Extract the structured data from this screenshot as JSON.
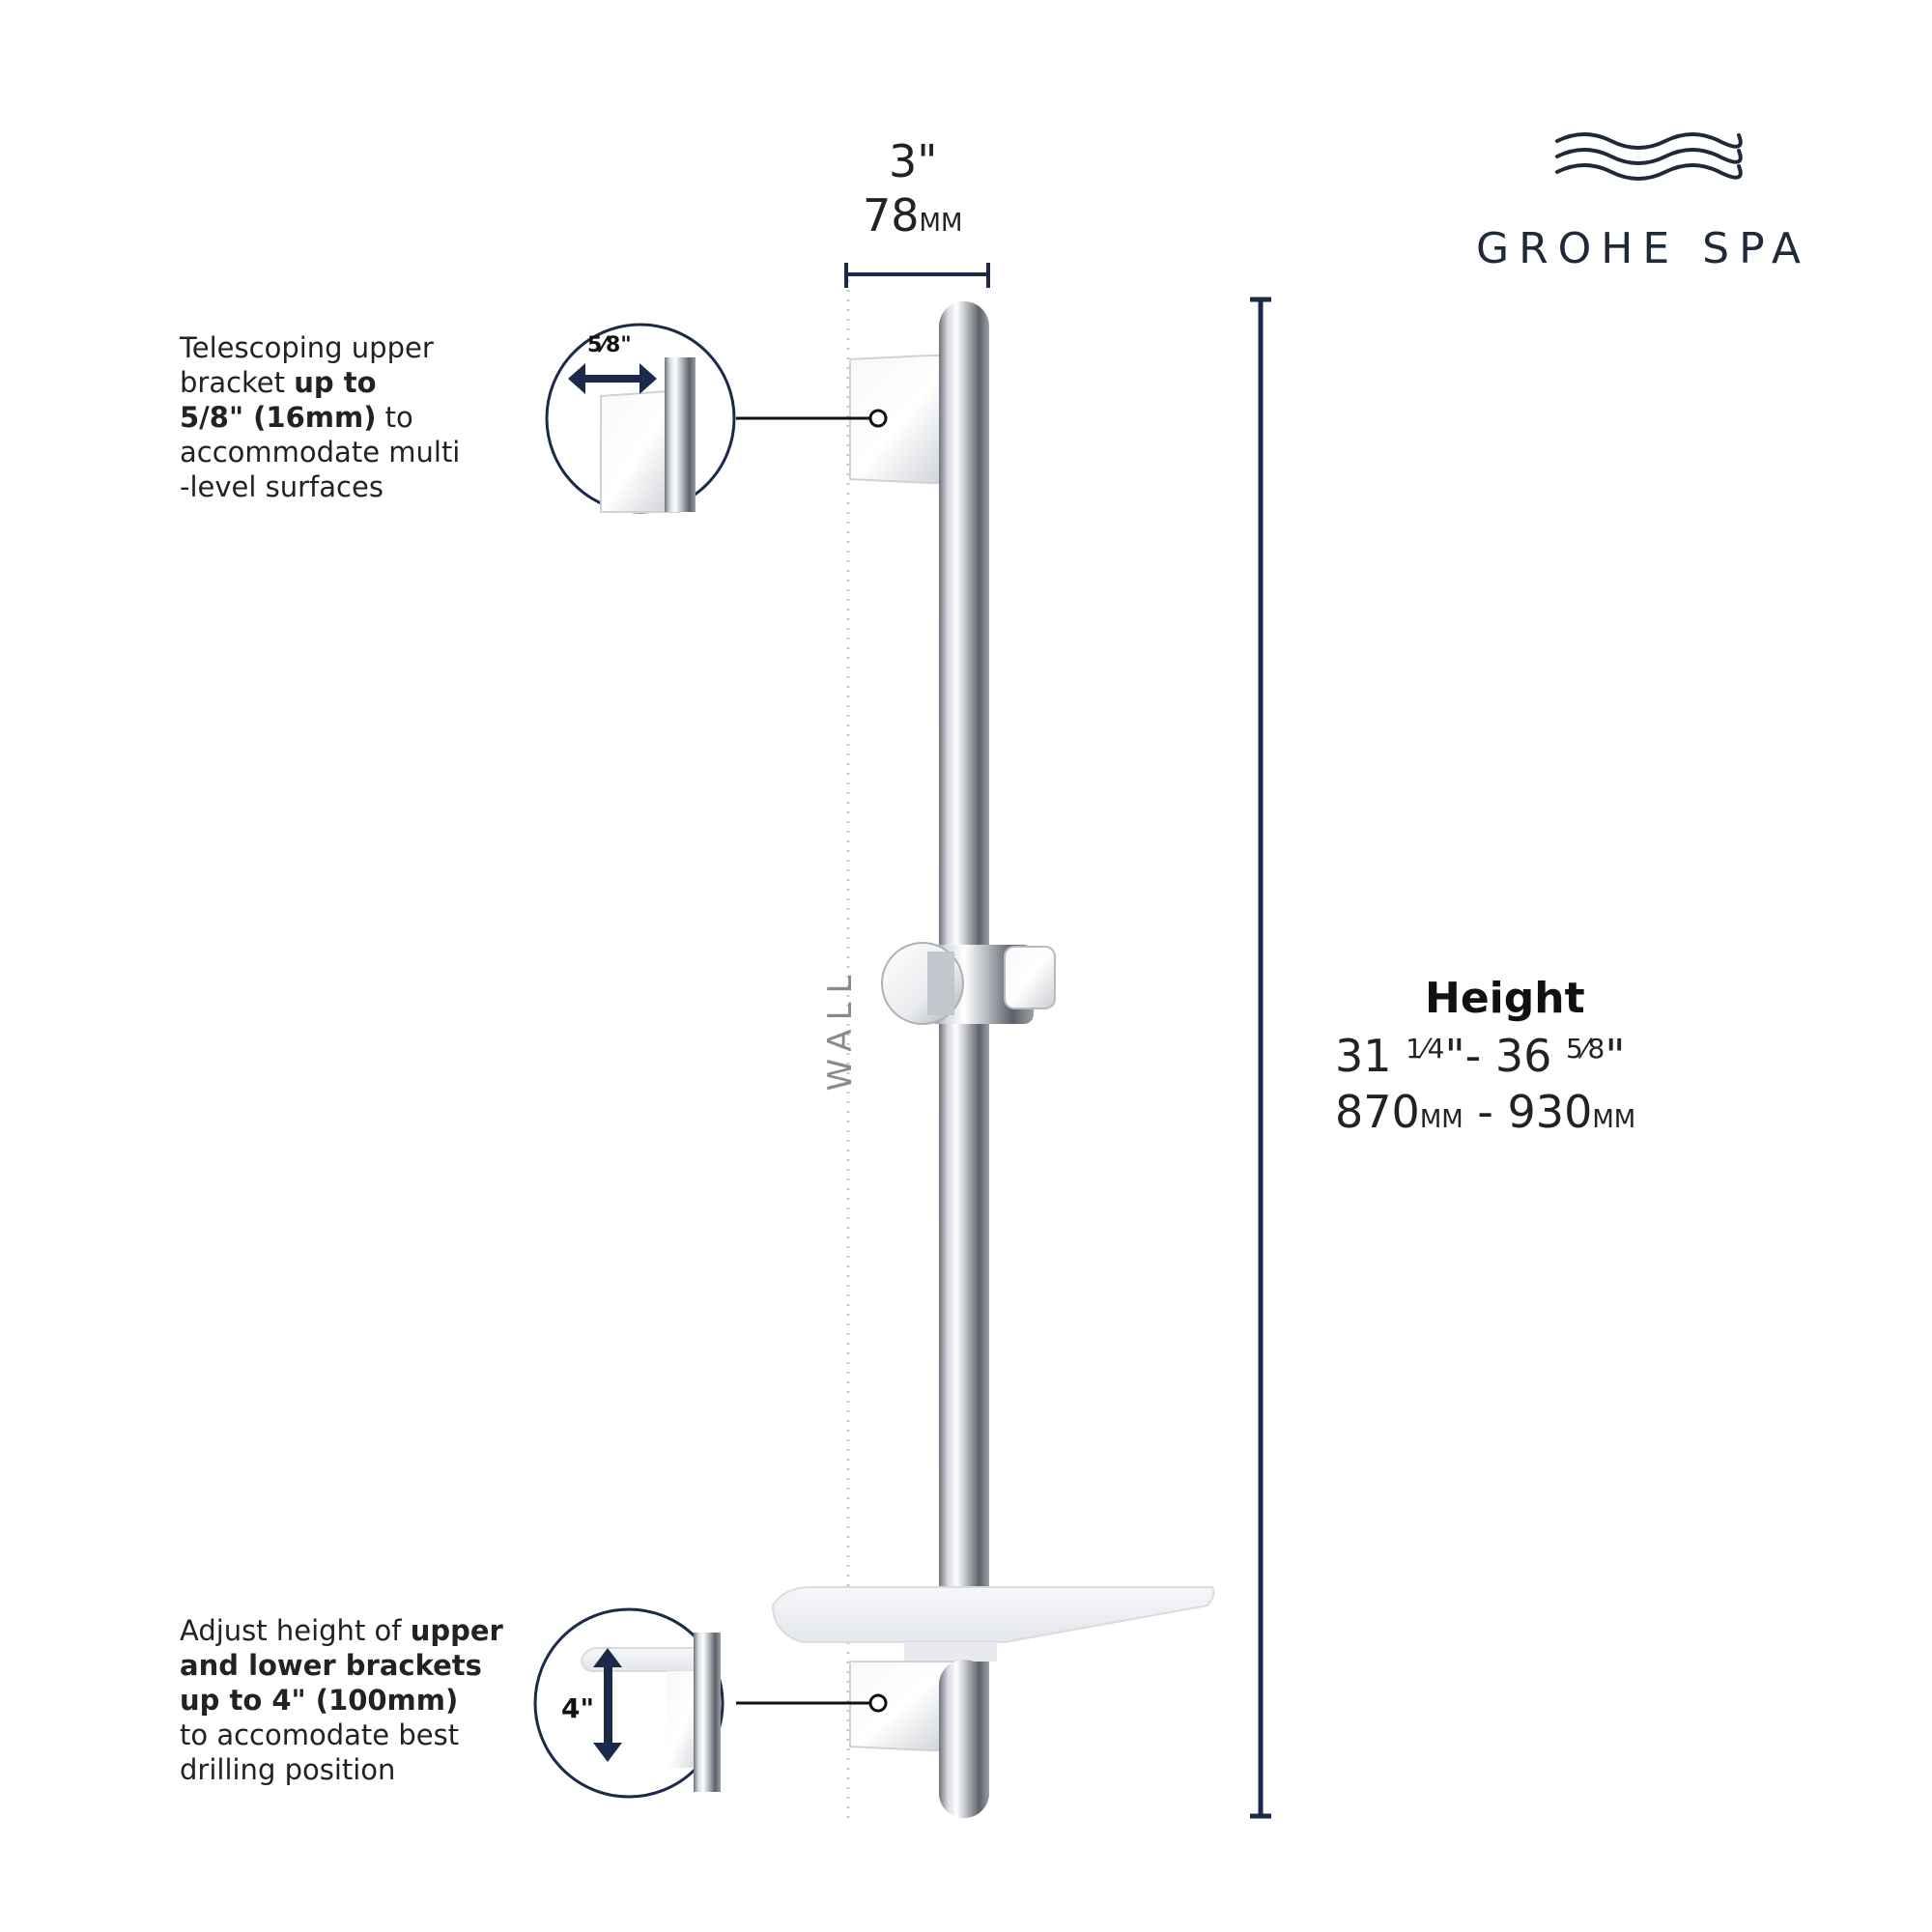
{
  "brand": {
    "name": "GROHE SPA",
    "logo_icon": "three-waves-icon"
  },
  "dimensions": {
    "width_in": "3\"",
    "width_mm_value": "78",
    "width_mm_unit": "MM",
    "height_title": "Height",
    "height_in_a": "31",
    "height_in_a_frac": "1⁄4",
    "height_in_sep": "\"- 36",
    "height_in_b_frac": "5⁄8",
    "height_in_end": "\"",
    "height_mm_a": "870",
    "height_mm_unit_a": "MM",
    "height_mm_sep": " - 930",
    "height_mm_unit_b": "MM"
  },
  "wall_label": "WALL",
  "callout_upper": {
    "inset_label": "5⁄8\"",
    "line1": "Telescoping upper",
    "line2_plain": "bracket ",
    "line2_bold": "up to",
    "line3_bold": "5/8\" (16mm)",
    "line3_plain": " to",
    "line4": "accommodate multi",
    "line5": "-level surfaces"
  },
  "callout_lower": {
    "inset_label": "4\"",
    "line1_plain": "Adjust height of ",
    "line1_bold": "upper",
    "line2_bold": "and lower brackets",
    "line3_bold": "up to 4\" (100mm)",
    "line4": "to accomodate best",
    "line5": "drilling position"
  },
  "colors": {
    "navy": "#1c2a4a",
    "chrome_light": "#f4f5f7",
    "chrome_dark": "#7c8088",
    "wall_dots": "#c8c8c8"
  }
}
